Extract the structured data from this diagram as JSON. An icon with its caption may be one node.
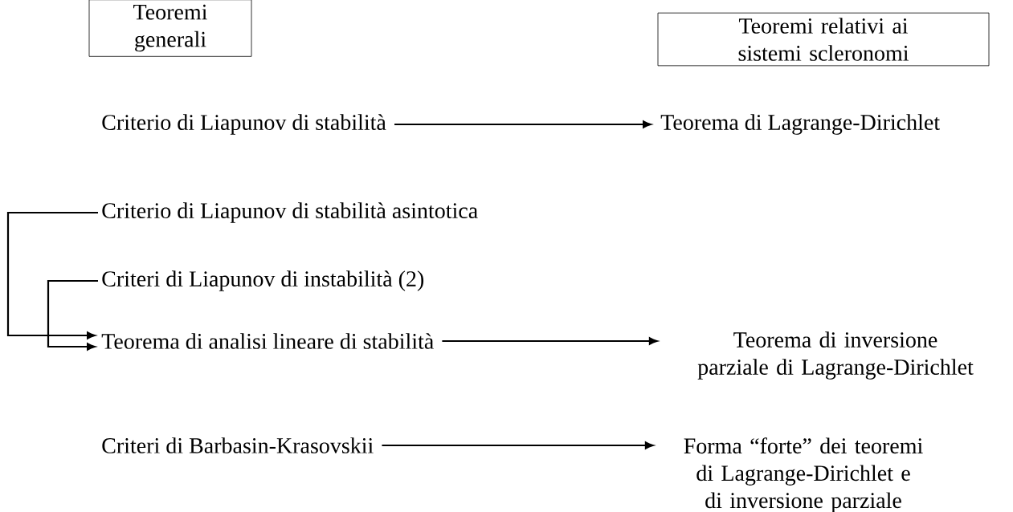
{
  "diagram": {
    "nodes": [
      {
        "text": [
          "Teoremi generali"
        ]
      },
      {
        "text": [
          "Teoremi relativi ai sistemi scleronomi"
        ]
      },
      {
        "text": [
          "Criterio di Liapunov di stabilità"
        ]
      },
      {
        "text": [
          "Teorema di Lagrange-Dirichlet"
        ]
      },
      {
        "text": [
          "Criterio di Liapunov di stabilità asintotica"
        ]
      },
      {
        "text": [
          "Criteri di Liapunov di instabilità (2)"
        ]
      },
      {
        "text": [
          "Teorema di analisi lineare di stabilità"
        ]
      },
      {
        "text": [
          "Teorema di inversione parziale di Lagrange-Dirichlet"
        ]
      },
      {
        "text": [
          "Criteri di Barbasin-Krasovskii"
        ]
      },
      {
        "text": [
          "Forma “forte” dei teoremi di Lagrange-Dirichlet e di inversione parziale"
        ]
      }
    ],
    "edges": [
      {
        "from": 2,
        "to": 3,
        "arrow": "to"
      },
      {
        "from": 4,
        "to": 6,
        "arrow": "to"
      },
      {
        "from": 5,
        "to": 6,
        "arrow": "to"
      },
      {
        "from": 6,
        "to": 7,
        "arrow": "to"
      },
      {
        "from": 8,
        "to": 9,
        "arrow": "to"
      }
    ]
  }
}
